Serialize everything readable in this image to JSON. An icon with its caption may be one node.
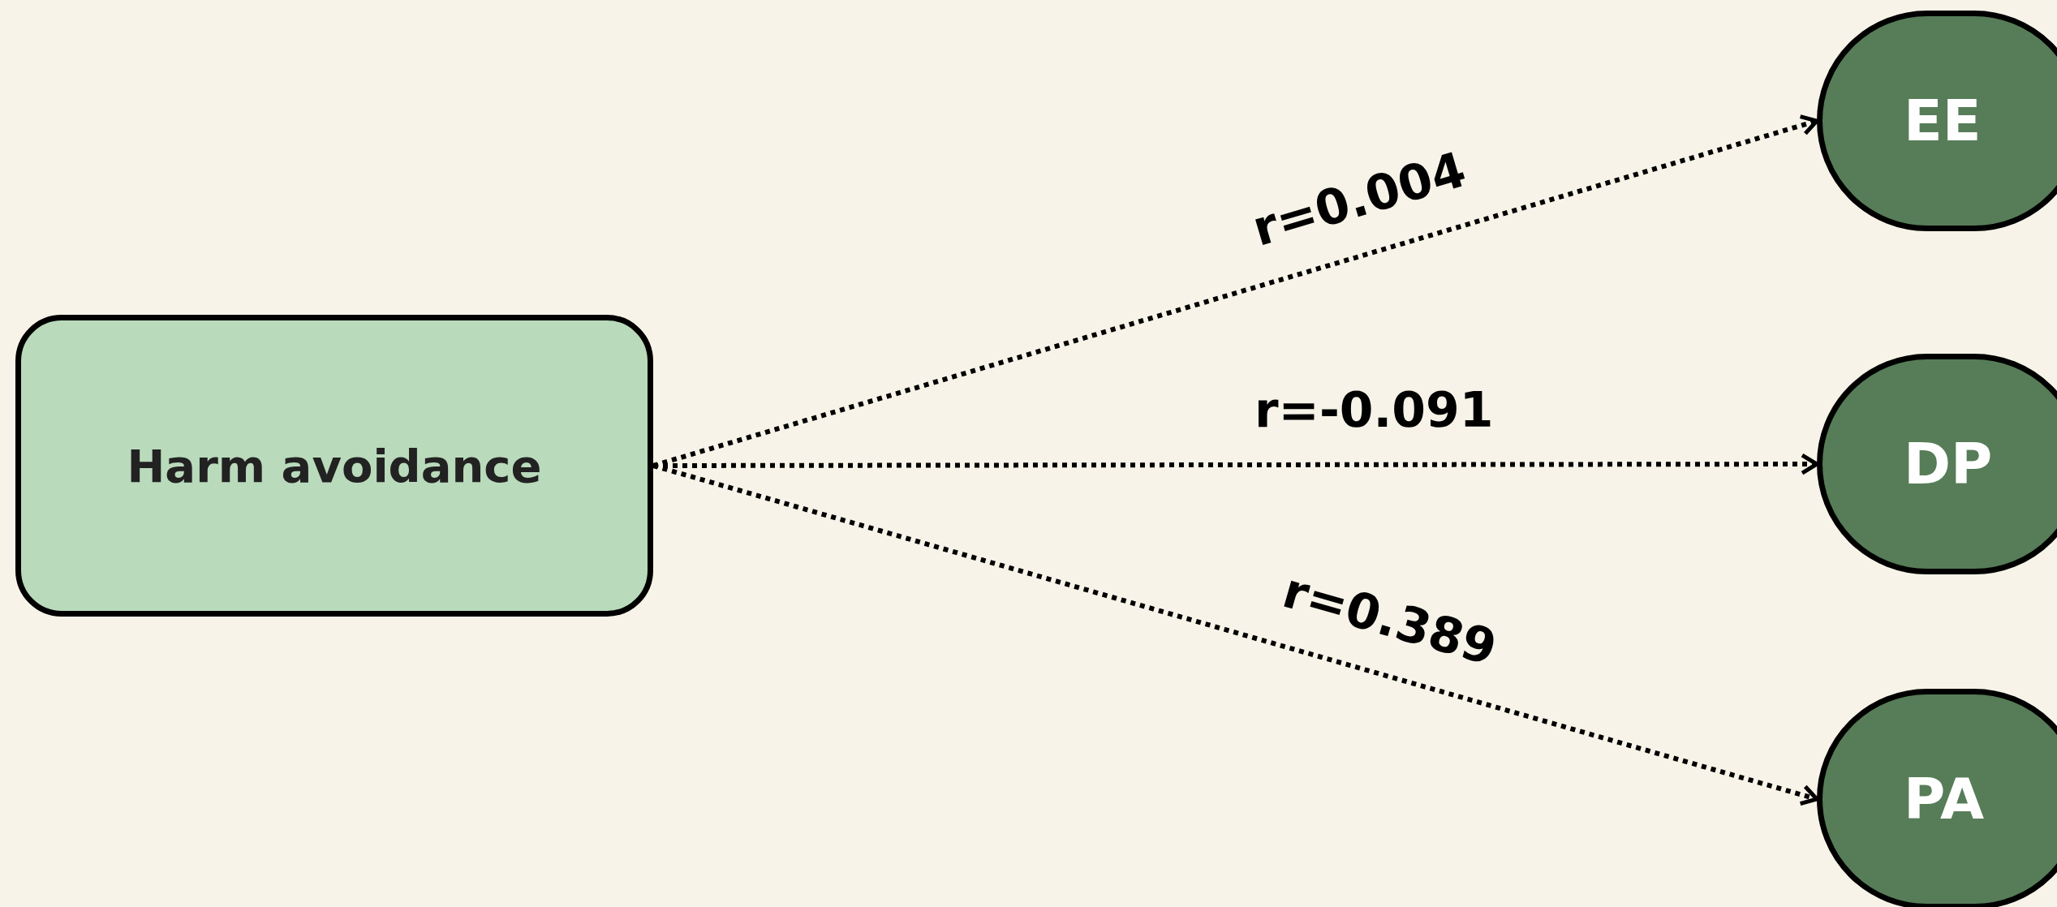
{
  "diagram": {
    "nodes": [
      {
        "text": [
          "Harm avoidance"
        ]
      },
      {
        "text": [
          "EE"
        ]
      },
      {
        "text": [
          "DP"
        ]
      },
      {
        "text": [
          "PA"
        ]
      }
    ],
    "edges": [
      {
        "from": 0,
        "to": 1,
        "arrow": "to",
        "label": "r=0.004",
        "style": "dashed"
      },
      {
        "from": 0,
        "to": 2,
        "arrow": "to",
        "label": "r=-0.091",
        "style": "dashed"
      },
      {
        "from": 0,
        "to": 3,
        "arrow": "to",
        "label": "r=0.389",
        "style": "dashed"
      }
    ]
  }
}
